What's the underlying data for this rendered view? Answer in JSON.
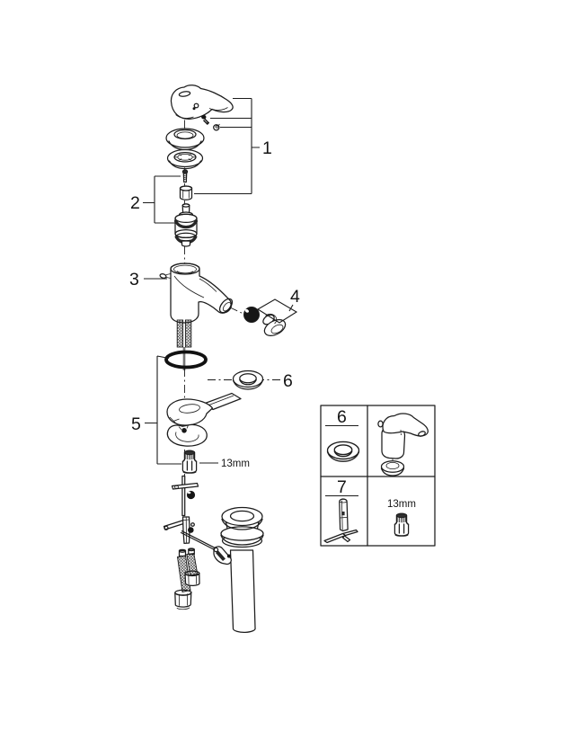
{
  "diagram": {
    "callouts": {
      "c1": "1",
      "c2": "2",
      "c3": "3",
      "c4": "4",
      "c5": "5",
      "c6": "6"
    },
    "nut_size": "13mm",
    "inset": {
      "c6": "6",
      "c7": "7",
      "nut_size": "13mm"
    },
    "colors": {
      "line": "#1c1c1c",
      "background": "#ffffff",
      "dark": "#161616",
      "band": "#262626"
    }
  }
}
